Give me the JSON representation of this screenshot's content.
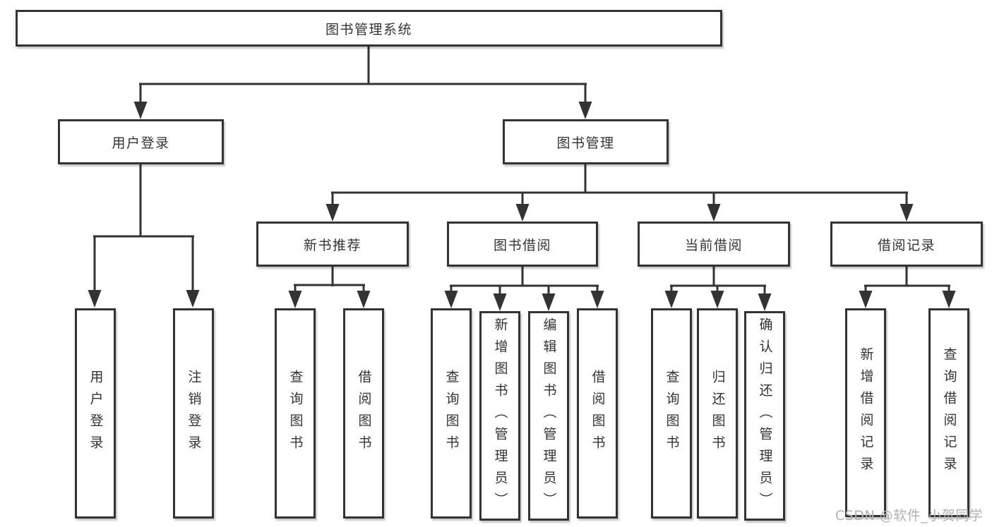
{
  "diagram": {
    "root": {
      "label": "图书管理系统"
    },
    "level1": [
      {
        "label": "用户登录",
        "children": [
          {
            "label": "用户登录"
          },
          {
            "label": "注销登录"
          }
        ]
      },
      {
        "label": "图书管理",
        "children": [
          {
            "label": "新书推荐",
            "children": [
              {
                "label": "查询图书"
              },
              {
                "label": "借阅图书"
              }
            ]
          },
          {
            "label": "图书借阅",
            "children": [
              {
                "label": "查询图书"
              },
              {
                "label": "新增图书（管理员）"
              },
              {
                "label": "编辑图书（管理员）"
              },
              {
                "label": "借阅图书"
              }
            ]
          },
          {
            "label": "当前借阅",
            "children": [
              {
                "label": "查询图书"
              },
              {
                "label": "归还图书"
              },
              {
                "label": "确认归还（管理员）"
              }
            ]
          },
          {
            "label": "借阅记录",
            "children": [
              {
                "label": "新增借阅记录"
              },
              {
                "label": "查询借阅记录"
              }
            ]
          }
        ]
      }
    ]
  },
  "watermark": {
    "text": "CSDN @软件_小贺同学"
  },
  "colors": {
    "line": "#333333",
    "box_border": "#333333",
    "text": "#333333",
    "watermark": "#b1b1b1",
    "background": "#ffffff"
  }
}
